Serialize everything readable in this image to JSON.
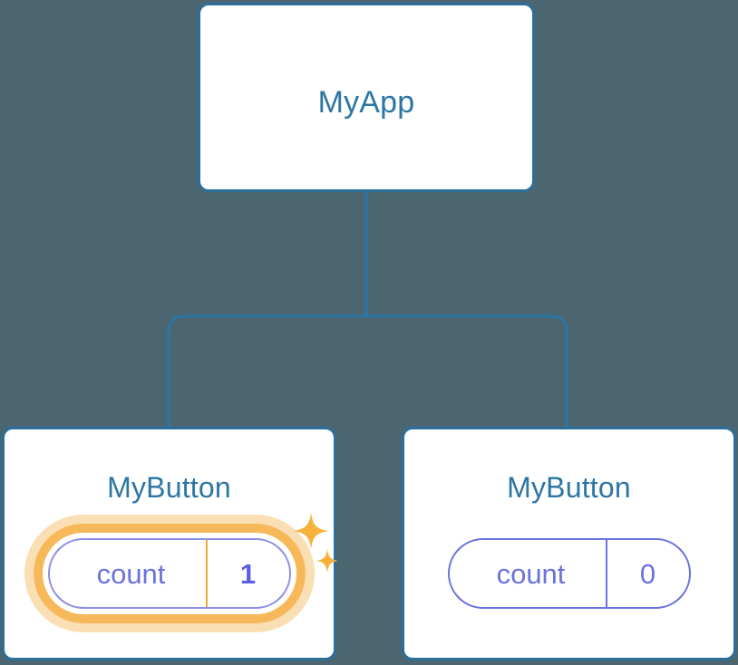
{
  "diagram": {
    "type": "component-tree",
    "background_color": "#4b6670",
    "edge_color": "#2c76a4",
    "node_border_color": "#2c6f9b",
    "node_title_color": "#2c76a4",
    "state_color": "#6b72dd",
    "highlight_color": "#f7b85a",
    "highlight_glow_color": "#fbdfb4"
  },
  "root": {
    "title": "MyApp"
  },
  "children": [
    {
      "title": "MyButton",
      "state": {
        "key": "count",
        "value": "1"
      },
      "highlighted": true,
      "sparkle_icon": "sparkles-icon"
    },
    {
      "title": "MyButton",
      "state": {
        "key": "count",
        "value": "0"
      },
      "highlighted": false
    }
  ]
}
